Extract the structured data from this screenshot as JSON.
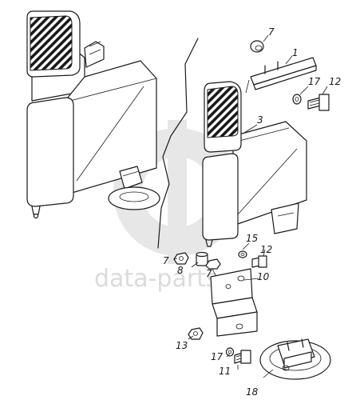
{
  "watermark": {
    "text": "data-parts"
  },
  "callouts": [
    {
      "id": "c7a",
      "label": "7"
    },
    {
      "id": "c1",
      "label": "1"
    },
    {
      "id": "c17a",
      "label": "17"
    },
    {
      "id": "c12a",
      "label": "12"
    },
    {
      "id": "c3",
      "label": "3"
    },
    {
      "id": "c15",
      "label": "15"
    },
    {
      "id": "c12b",
      "label": "12"
    },
    {
      "id": "c7b",
      "label": "7"
    },
    {
      "id": "c8",
      "label": "8"
    },
    {
      "id": "c7c",
      "label": "7"
    },
    {
      "id": "c10",
      "label": "10"
    },
    {
      "id": "c13",
      "label": "13"
    },
    {
      "id": "c17b",
      "label": "17"
    },
    {
      "id": "c11",
      "label": "11"
    },
    {
      "id": "c18",
      "label": "18"
    }
  ]
}
